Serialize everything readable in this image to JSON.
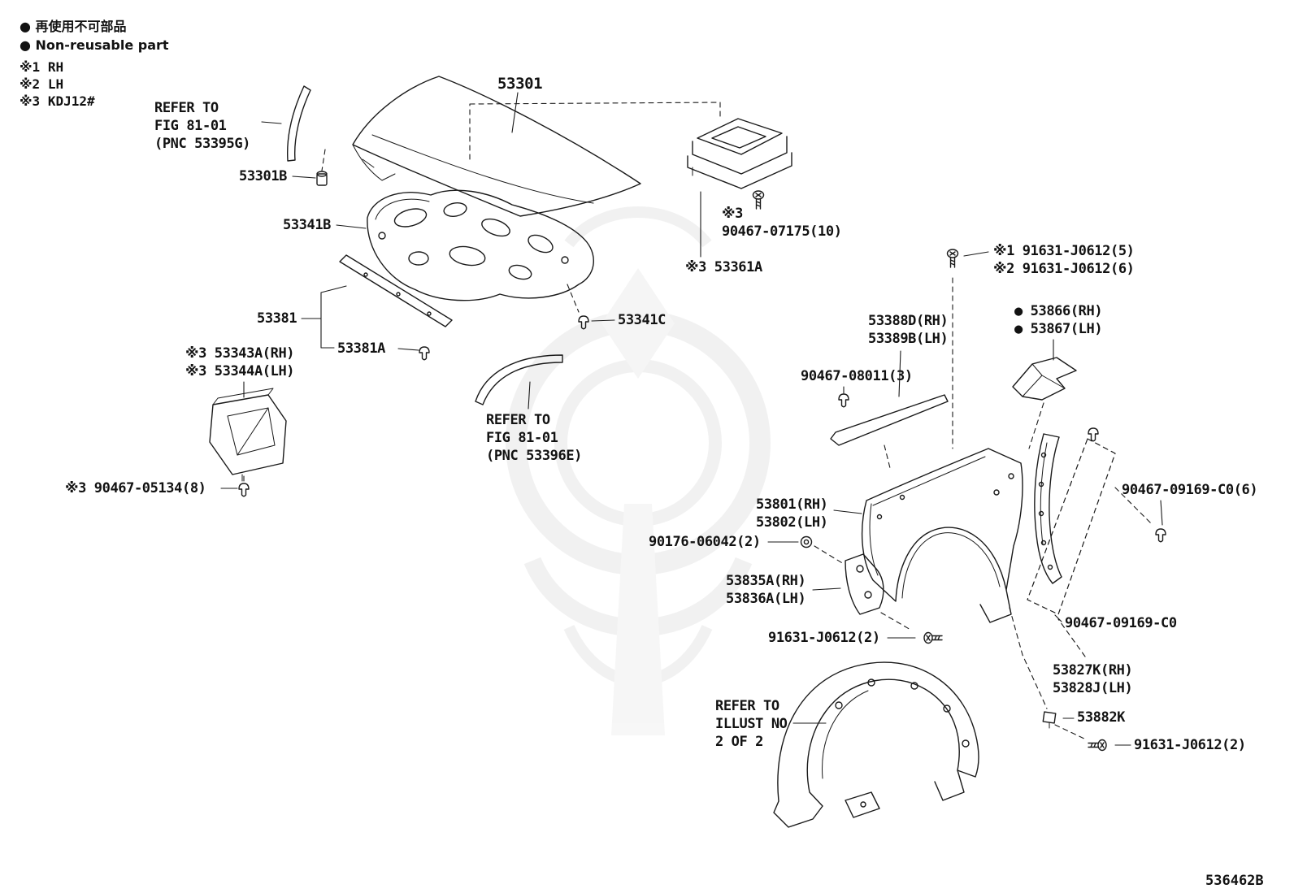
{
  "page": {
    "diagram_code": "536462B",
    "line_color": "#1a1a1a",
    "background": "#ffffff"
  },
  "legend": {
    "nonreusable_jp": "● 再使用不可部品",
    "nonreusable_en": "● Non-reusable part",
    "note_1": "※1 RH",
    "note_2": "※2 LH",
    "note_3": "※3 KDJ12#"
  },
  "labels": {
    "refer_fig_a": "REFER TO\nFIG 81-01\n(PNC 53395G)",
    "hood": "53301",
    "hood_cushion": "53301B",
    "hood_insulator": "53341B",
    "clip_90467_07175": "※3\n90467-07175(10)",
    "cowl_louver": "※3 53361A",
    "hood_seal": "53381",
    "hood_seal_clip": "53381A",
    "insulator_clip": "53341C",
    "side_panel": "※3 53343A(RH)\n※3 53344A(LH)",
    "refer_fig_b": "REFER TO\nFIG 81-01\n(PNC 53396E)",
    "clip_90467_05134": "※3 90467-05134(8)",
    "bolt_top": "※1 91631-J0612(5)\n※2 91631-J0612(6)",
    "fender_seal": "53388D(RH)\n53389B(LH)",
    "clip_90467_08011": "90467-08011(3)",
    "mudguard_bracket": "● 53866(RH)\n● 53867(LH)",
    "clip_90467_09169_6": "90467-09169-C0(6)",
    "fender": "53801(RH)\n53802(LH)",
    "nut_90176": "90176-06042(2)",
    "fender_bracket": "53835A(RH)\n53836A(LH)",
    "bolt_mid": "91631-J0612(2)",
    "clip_90467_09169": "90467-09169-C0",
    "fender_protector": "53827K(RH)\n53828J(LH)",
    "retainer": "53882K",
    "bolt_bottom": "91631-J0612(2)",
    "refer_illust": "REFER TO\nILLUST NO\n2 OF 2"
  }
}
